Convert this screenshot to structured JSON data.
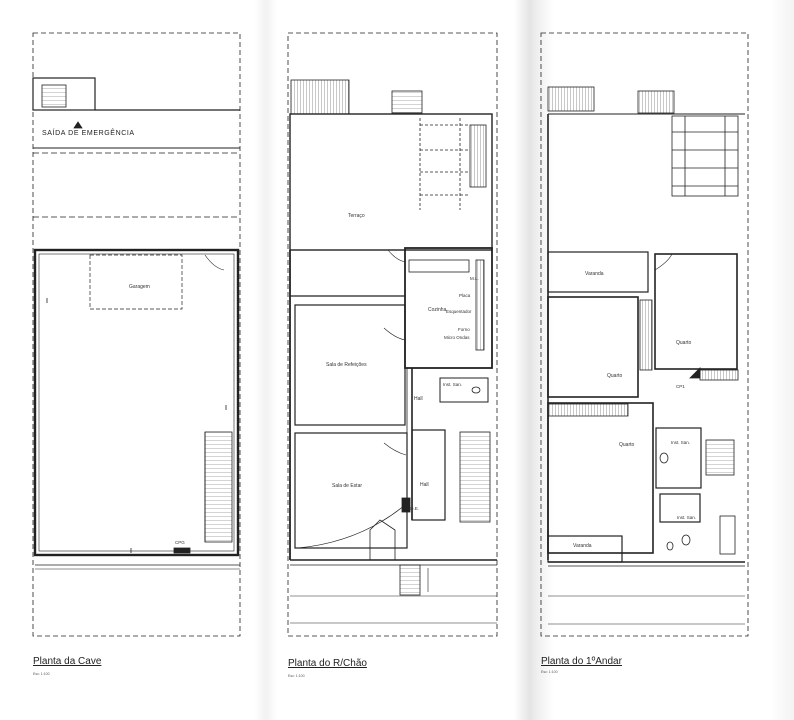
{
  "sheets": [
    {
      "title": "Planta da Cave",
      "scale": "Esc: 1:100"
    },
    {
      "title": "Planta do R/Chão",
      "scale": "Esc: 1:100"
    },
    {
      "title": "Planta do 1ºAndar",
      "scale": "Esc: 1:100"
    }
  ],
  "cave": {
    "emergency_exit": "SAÍDA DE EMERGÊNCIA",
    "garage": "Garagem",
    "panel": "CPG"
  },
  "rchao": {
    "terrace": "Terraço",
    "kitchen": "Cozinha",
    "dining": "Sala de Refeições",
    "living": "Sala de Estar",
    "hall_upper": "Hall",
    "hall_lower": "Hall",
    "wc": "Inst. San.",
    "appliances": {
      "ml": "M.L.",
      "placa": "Placa",
      "esquentador": "Esquentador",
      "forno": "Forno",
      "micro": "Micro Ondas"
    },
    "quadro": "Q.E."
  },
  "andar1": {
    "varanda_top": "Varanda",
    "quarto_right": "Quarto",
    "quarto_mid": "Quarto",
    "quarto_big": "Quarto",
    "wc1": "Inst. San.",
    "wc2": "Inst. San.",
    "varanda_bottom": "Varanda",
    "panel": "CP1"
  }
}
